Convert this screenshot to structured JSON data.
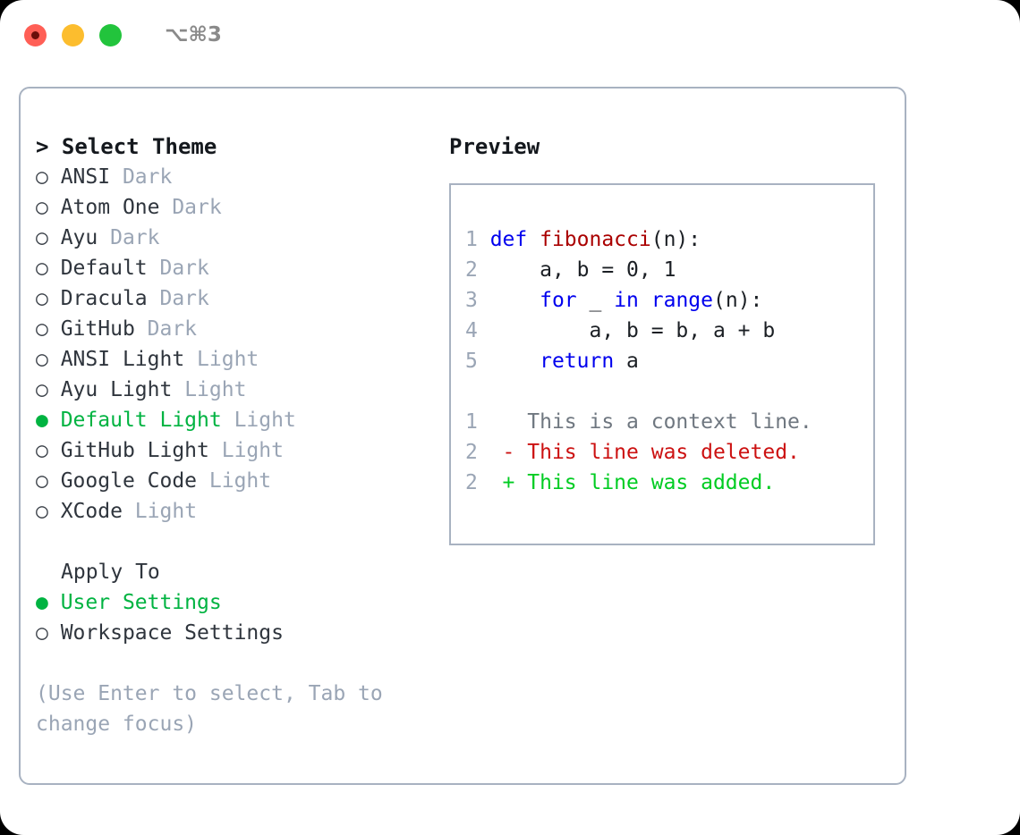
{
  "titlebar": {
    "dots": [
      {
        "name": "close",
        "color": "#ff5f56"
      },
      {
        "name": "minimize",
        "color": "#fcbd2e"
      },
      {
        "name": "zoom",
        "color": "#22c43c"
      }
    ],
    "shortcut": "⌥⌘3"
  },
  "theme_picker": {
    "header": "> Select Theme",
    "selected_theme": "Default Light",
    "selected_color": "#00b341",
    "marker_unselected": "○",
    "marker_selected": "●",
    "items": [
      {
        "marker": "○",
        "name": "ANSI",
        "category": "Dark",
        "selected": false
      },
      {
        "marker": "○",
        "name": "Atom One",
        "category": "Dark",
        "selected": false
      },
      {
        "marker": "○",
        "name": "Ayu",
        "category": "Dark",
        "selected": false
      },
      {
        "marker": "○",
        "name": "Default",
        "category": "Dark",
        "selected": false
      },
      {
        "marker": "○",
        "name": "Dracula",
        "category": "Dark",
        "selected": false
      },
      {
        "marker": "○",
        "name": "GitHub",
        "category": "Dark",
        "selected": false
      },
      {
        "marker": "○",
        "name": "ANSI Light",
        "category": "Light",
        "selected": false
      },
      {
        "marker": "○",
        "name": "Ayu Light",
        "category": "Light",
        "selected": false
      },
      {
        "marker": "●",
        "name": "Default Light",
        "category": "Light",
        "selected": true
      },
      {
        "marker": "○",
        "name": "GitHub Light",
        "category": "Light",
        "selected": false
      },
      {
        "marker": "○",
        "name": "Google Code",
        "category": "Light",
        "selected": false
      },
      {
        "marker": "○",
        "name": "XCode",
        "category": "Light",
        "selected": false
      }
    ]
  },
  "apply_to": {
    "header": "Apply To",
    "selected_option": "User Settings",
    "options": [
      {
        "marker": "●",
        "label": "User Settings",
        "selected": true
      },
      {
        "marker": "○",
        "label": "Workspace Settings",
        "selected": false
      }
    ]
  },
  "hint": "(Use Enter to select, Tab to change focus)",
  "preview": {
    "title": "Preview",
    "code": [
      {
        "line_number": "1",
        "tokens": [
          {
            "text": "def ",
            "style": "kw"
          },
          {
            "text": "fibonacci",
            "style": "fn"
          },
          {
            "text": "(n):",
            "style": "plain"
          }
        ]
      },
      {
        "line_number": "2",
        "tokens": [
          {
            "text": "    a, b = 0, 1",
            "style": "plain"
          }
        ]
      },
      {
        "line_number": "3",
        "tokens": [
          {
            "text": "    ",
            "style": "plain"
          },
          {
            "text": "for",
            "style": "kw"
          },
          {
            "text": " _ ",
            "style": "plain"
          },
          {
            "text": "in",
            "style": "kw"
          },
          {
            "text": " ",
            "style": "plain"
          },
          {
            "text": "range",
            "style": "kw"
          },
          {
            "text": "(n):",
            "style": "plain"
          }
        ]
      },
      {
        "line_number": "4",
        "tokens": [
          {
            "text": "        a, b = b, a + b",
            "style": "plain"
          }
        ]
      },
      {
        "line_number": "5",
        "tokens": [
          {
            "text": "    ",
            "style": "plain"
          },
          {
            "text": "return",
            "style": "kw"
          },
          {
            "text": " a",
            "style": "plain"
          }
        ]
      }
    ],
    "diff": [
      {
        "line_number": "1",
        "marker": " ",
        "text": " This is a context line.",
        "style": "ctx"
      },
      {
        "line_number": "2",
        "marker": "-",
        "text": " This line was deleted.",
        "style": "del"
      },
      {
        "line_number": "2",
        "marker": "+",
        "text": " This line was added.",
        "style": "add"
      }
    ]
  }
}
